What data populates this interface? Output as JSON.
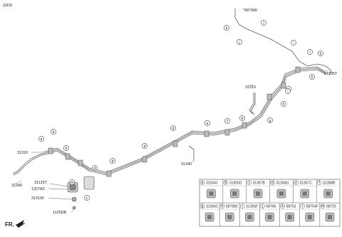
{
  "diagram": {
    "header": "(GDI)",
    "direction_label": "FR.",
    "part_labels": [
      {
        "id": "p58736k",
        "text": "58736K"
      },
      {
        "id": "p58735t",
        "text": "58735T"
      },
      {
        "id": "p31310a",
        "text": "31310"
      },
      {
        "id": "p31310b",
        "text": "31310"
      },
      {
        "id": "p31340a",
        "text": "31340"
      },
      {
        "id": "p31340b",
        "text": "31340"
      },
      {
        "id": "p31125t",
        "text": "31125T"
      },
      {
        "id": "p1327ac",
        "text": "1327AC"
      },
      {
        "id": "p31315f",
        "text": "31315F"
      },
      {
        "id": "p1125db",
        "text": "1125DB"
      }
    ],
    "callouts": [
      "a",
      "b",
      "c",
      "d",
      "d",
      "d",
      "d",
      "e",
      "f",
      "d",
      "g",
      "h",
      "h",
      "i",
      "i",
      "i",
      "j",
      "k",
      "k",
      "l",
      "l",
      "m",
      "b"
    ],
    "grid": {
      "row1": [
        {
          "letter": "a",
          "part": "31334J"
        },
        {
          "letter": "b",
          "part": "31355D"
        },
        {
          "letter": "c",
          "part": "31357B"
        },
        {
          "letter": "d",
          "part": "31356G"
        },
        {
          "letter": "e",
          "part": "31357C"
        },
        {
          "letter": "f",
          "part": "31358B"
        }
      ],
      "row2": [
        {
          "letter": "g",
          "part": "31356C"
        },
        {
          "letter": "h",
          "part": "58758C"
        },
        {
          "letter": "i",
          "part": "31355F"
        },
        {
          "letter": "j",
          "part": "58745"
        },
        {
          "letter": "k",
          "part": "58753"
        },
        {
          "letter": "l",
          "part": "58754F"
        },
        {
          "letter": "m",
          "part": "58725"
        }
      ]
    }
  }
}
